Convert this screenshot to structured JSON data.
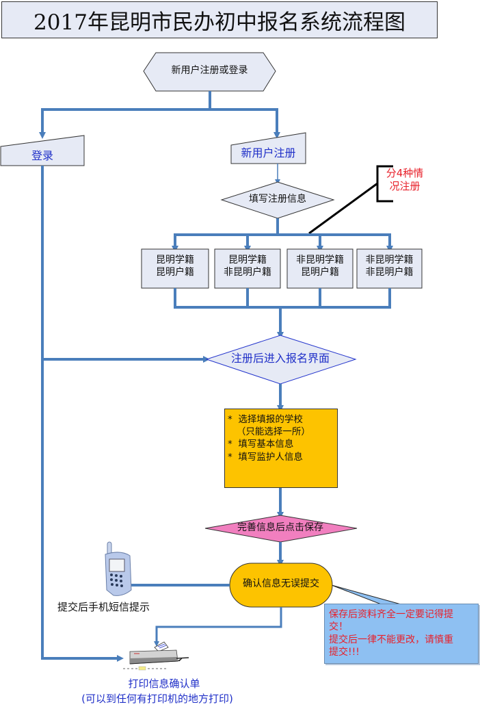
{
  "title": "2017年昆明市民办初中报名系统流程图",
  "nodes": {
    "start": "新用户注册或登录",
    "login": "登录",
    "register": "新用户注册",
    "fill_register": "填写注册信息",
    "cases_note": [
      "分4种情",
      "况注册"
    ],
    "cases": [
      {
        "line1": "昆明学籍",
        "line2": "昆明户籍"
      },
      {
        "line1": "昆明学籍",
        "line2": "非昆明户籍"
      },
      {
        "line1": "非昆明学籍",
        "line2": "昆明户籍"
      },
      {
        "line1": "非昆明学籍",
        "line2": "非昆明户籍"
      }
    ],
    "enter_apply": "注册后进入报名界面",
    "tasks": [
      "*  选择填报的学校",
      "   （只能选择一所）",
      "*  填写基本信息",
      "*  填写监护人信息"
    ],
    "save": "完善信息后点击保存",
    "confirm_submit": "确认信息无误提交",
    "sms_note": "提交后手机短信提示",
    "warning": [
      "保存后资料齐全一定要记得提",
      "交！",
      "提交后一律不能更改，请慎重",
      "提交!!!"
    ],
    "print_title": "打印信息确认单",
    "print_note": "(可以到任何有打印机的地方打印)"
  },
  "icons": {
    "phone": "mobile-phone-icon",
    "printer": "printer-icon"
  },
  "colors": {
    "connector": "#4a7ebb",
    "node_fill": "#e6eaf5",
    "blue_text": "#1f2fc8",
    "red_text": "#e8202a",
    "task_fill": "#fdc300",
    "save_fill": "#f17fbf",
    "callout_fill": "#8ec0f2"
  }
}
